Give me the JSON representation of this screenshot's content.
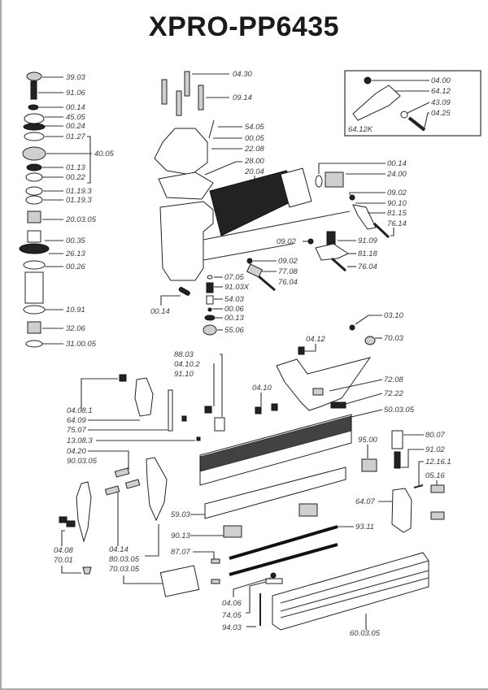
{
  "title": "XPRO-PP6435",
  "inset": {
    "label": "64.12K",
    "parts": [
      "04.00",
      "64.12",
      "43.09",
      "04.25"
    ]
  },
  "labels": {
    "l3903": "39.03",
    "l9106": "91.06",
    "l0014a": "00.14",
    "l4505": "45.05",
    "l0024": "00.24",
    "l0127": "01.27",
    "l4005": "40.05",
    "l0113": "01.13",
    "l0022": "00.22",
    "l01193a": "01.19.3",
    "l01193b": "01.19.3",
    "l200305": "20.03.05",
    "l0035": "00.35",
    "l2613": "26.13",
    "l0026": "00.26",
    "l1091": "10.91",
    "l3206": "32.06",
    "l310005": "31.00.05",
    "l0430": "04.30",
    "l0914": "09.14",
    "l5405": "54.05",
    "l0005": "00.05",
    "l2208": "22.08",
    "l2800": "28.00",
    "l2004": "20.04",
    "l0400": "04.00",
    "l6412": "64.12",
    "l4309": "43.09",
    "l0425": "04.25",
    "l0014b": "00.14",
    "l2400": "24.00",
    "l0902a": "09.02",
    "l9010": "90.10",
    "l8115": "81.15",
    "l7614": "76.14",
    "l0902b": "09.02",
    "l9109": "91.09",
    "l8118": "81.18",
    "l7604a": "76.04",
    "l0902c": "09.02",
    "l7708": "77.08",
    "l7604b": "76.04",
    "l0705": "07.05",
    "l9103x": "91.03X",
    "l5403": "54.03",
    "l0006": "00.06",
    "l0013": "00.13",
    "l5506": "55.06",
    "l0014c": "00.14",
    "l0310": "03.10",
    "l7003": "70.03",
    "l0412": "04.12",
    "l7208": "72.08",
    "l7222": "72.22",
    "l500305": "50.03.05",
    "l0410": "04.10",
    "l8803": "88.03",
    "l04102": "04.10.2",
    "l9110": "91.10",
    "l04081": "04.08.1",
    "l6409": "64.09",
    "l7507": "75.07",
    "l13083": "13.08.3",
    "l0420": "04.20",
    "l900305": "90.03.05",
    "l0408": "04.08",
    "l7001": "70.01",
    "l0414": "04.14",
    "l800305": "80.03.05",
    "l700305": "70.03.05",
    "l5903": "59.03",
    "l9013": "90.13",
    "l8707": "87.07",
    "l9311": "93.11",
    "l9500": "95.00",
    "l8007": "80.07",
    "l9102": "91.02",
    "l12161": "12.16.1",
    "l0516": "05.16",
    "l6407": "64.07",
    "l0406": "04.06",
    "l7405": "74.05",
    "l9403": "94.03",
    "l600305": "60.03.05"
  }
}
